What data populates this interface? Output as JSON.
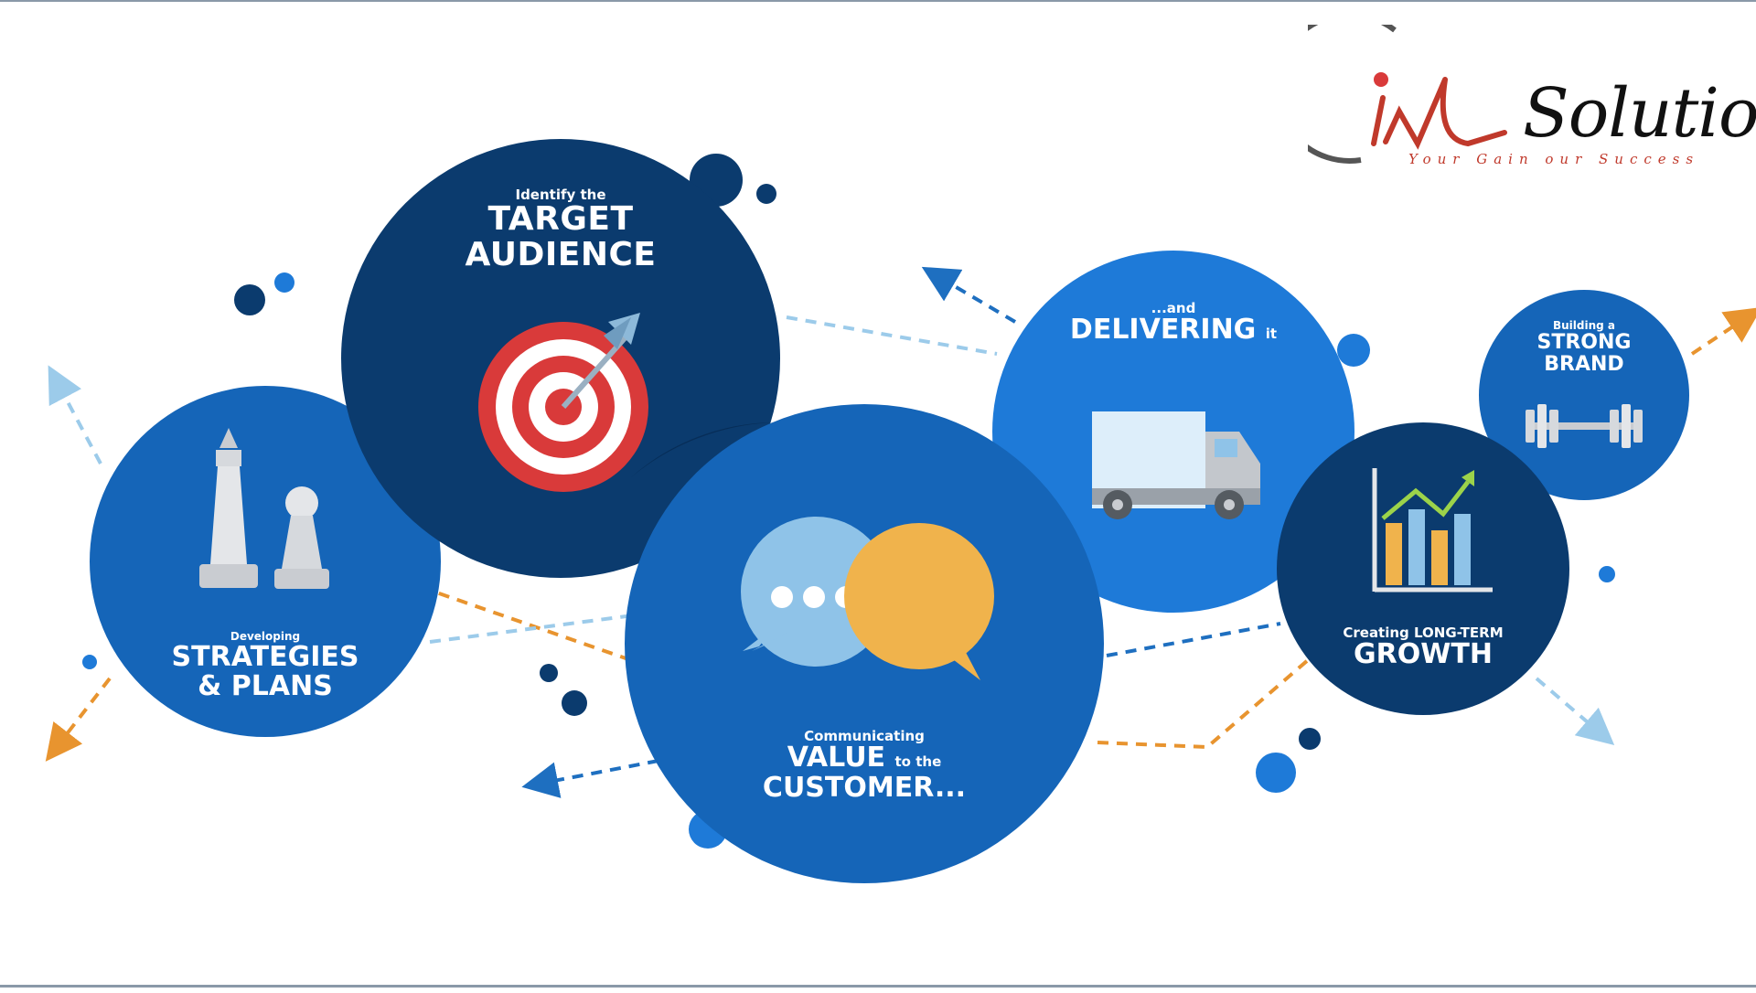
{
  "brand": {
    "name": "Solutions",
    "tagline": "Your Gain our Success"
  },
  "circles": {
    "target": {
      "pre": "Identify the",
      "main1": "TARGET",
      "main2": "AUDIENCE"
    },
    "strategies": {
      "pre": "Developing",
      "main1": "STRATEGIES",
      "main2": "& PLANS"
    },
    "value": {
      "pre": "Communicating",
      "main1": "VALUE",
      "mid": "to the",
      "main2": "CUSTOMER..."
    },
    "delivering": {
      "pre": "...and",
      "main1": "DELIVERING",
      "suffix": "it"
    },
    "brand": {
      "pre": "Building a",
      "main1": "STRONG",
      "main2": "BRAND"
    },
    "growth": {
      "pre": "Creating LONG-TERM",
      "main1": "GROWTH"
    }
  },
  "colors": {
    "dark_blue": "#0b3b6e",
    "mid_blue": "#1565b8",
    "light_blue": "#1e7ad8",
    "orange": "#e8942f",
    "red": "#d93a3a",
    "dash_light": "#9ccbea"
  }
}
